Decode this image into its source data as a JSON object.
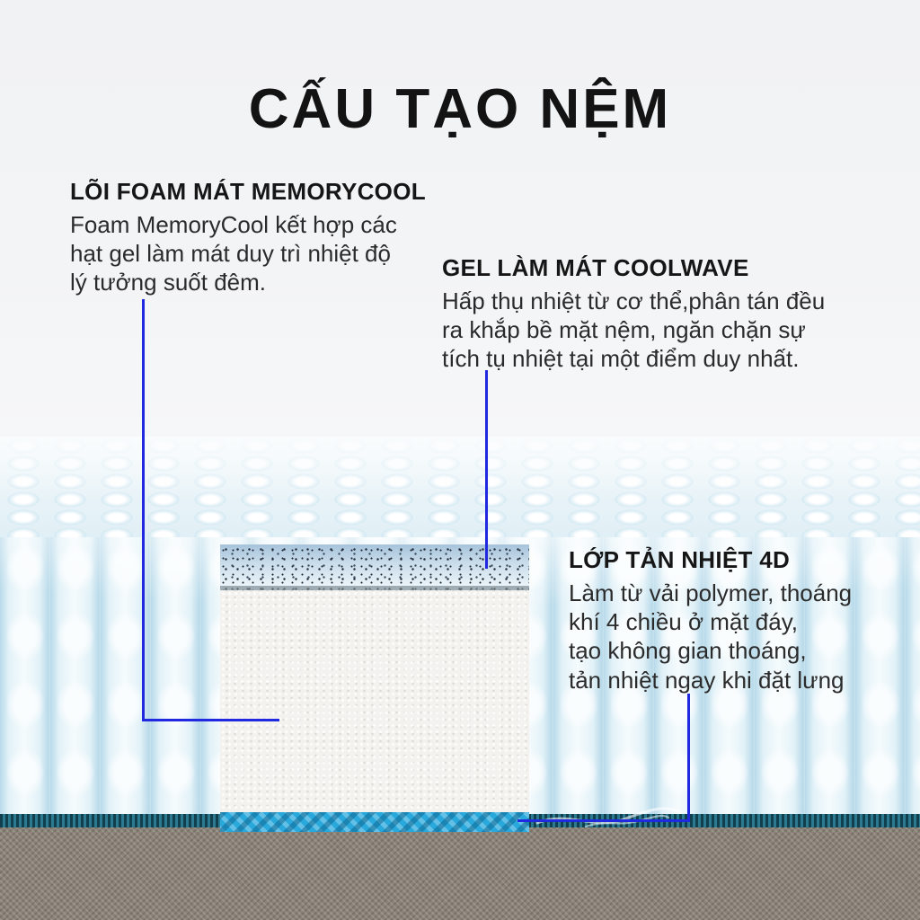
{
  "title": "CẤU TẠO NỆM",
  "annotations": [
    {
      "heading": "LÕI FOAM MÁT MEMORYCOOL",
      "lines": [
        "Foam MemoryCool kết hợp các",
        "hạt gel làm mát duy trì nhiệt độ",
        "lý tưởng suốt đêm."
      ]
    },
    {
      "heading": "GEL LÀM MÁT COOLWAVE",
      "lines": [
        "Hấp thụ nhiệt từ cơ thể,phân tán đều",
        "ra khắp bề mặt nệm, ngăn chặn sự",
        "tích tụ nhiệt tại một điểm duy nhất."
      ]
    },
    {
      "heading": "LỚP TẢN NHIỆT 4D",
      "lines": [
        "Làm từ vải polymer, thoáng",
        "khí 4 chiều ở mặt đáy,",
        "tạo không gian thoáng,",
        "tản nhiệt ngay khi đặt lưng"
      ]
    }
  ],
  "colors": {
    "leader_line_blue": "#2028e0",
    "title_text": "#131313",
    "body_text": "#2b2b2b",
    "gel_layer_top": "#a6c3db",
    "foam_core": "#f3f2ee",
    "cooling_mesh_cyan": "#29a8dc",
    "quilt_blue": "#c7e1ee",
    "zipper_teal": "#1d5f70",
    "base_fabric_taupe": "#8b8278",
    "wall_background": "#f3f4f6"
  }
}
